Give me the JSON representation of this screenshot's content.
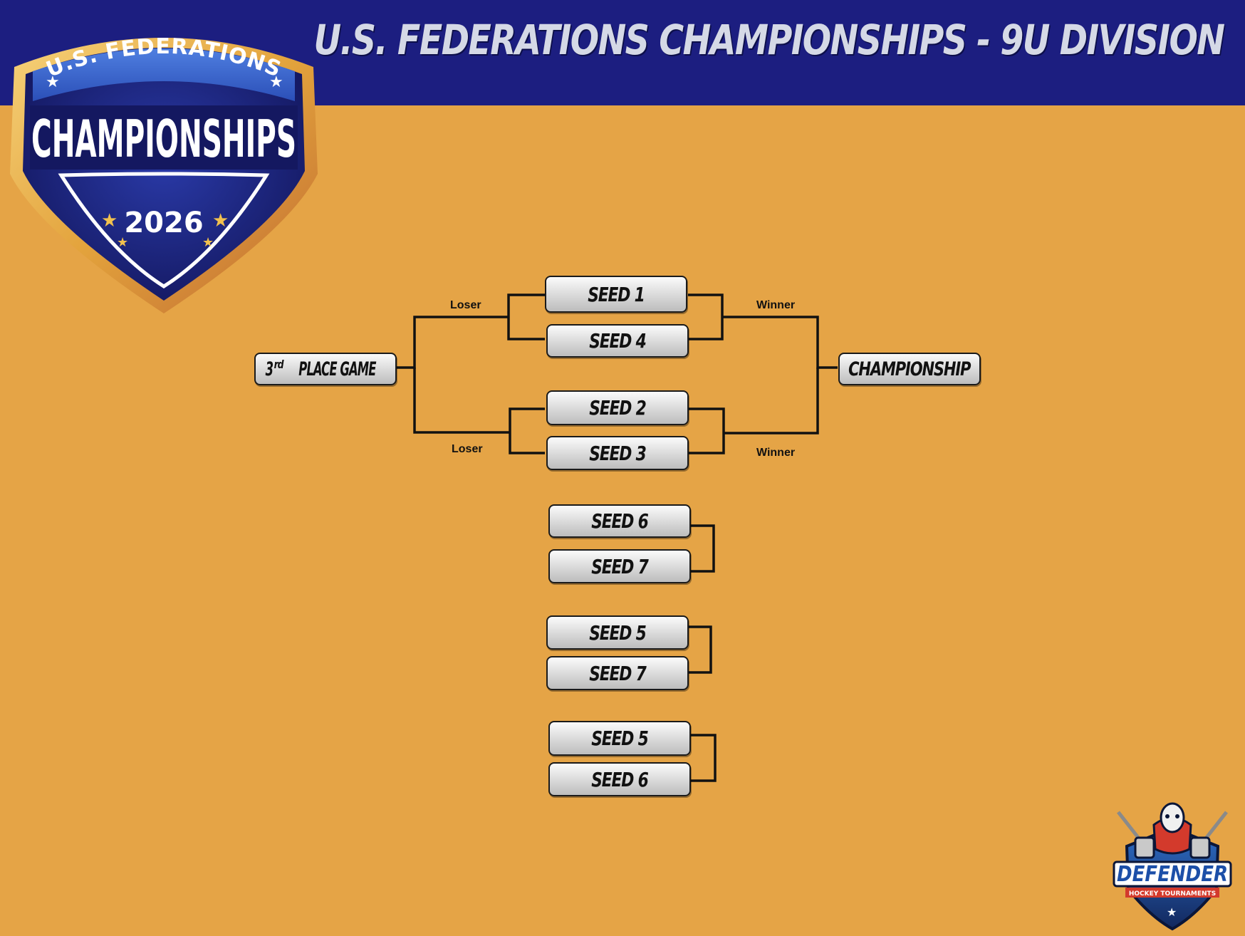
{
  "header": {
    "title": "U.S. FEDERATIONS CHAMPIONSHIPS  - 9U DIVISION"
  },
  "logo": {
    "top_text": "U.S. FEDERATIONS",
    "main_text": "CHAMPIONSHIPS",
    "year": "2026"
  },
  "sponsor_logo": {
    "name": "DEFENDER",
    "tagline": "HOCKEY TOURNAMENTS"
  },
  "bracket": {
    "third_place": {
      "number": "3",
      "suffix": "rd",
      "label": "PLACE GAME"
    },
    "championship": "CHAMPIONSHIP",
    "semi_top": [
      "SEED 1",
      "SEED 4"
    ],
    "semi_bottom": [
      "SEED 2",
      "SEED 3"
    ],
    "consolation_1": [
      "SEED 6",
      "SEED 7"
    ],
    "consolation_2": [
      "SEED 5",
      "SEED 7"
    ],
    "consolation_3": [
      "SEED 5",
      "SEED 6"
    ],
    "labels": {
      "loser_top": "Loser",
      "loser_bottom": "Loser",
      "winner_top": "Winner",
      "winner_bottom": "Winner"
    }
  },
  "colors": {
    "background": "#e5a446",
    "header": "#1c1e80",
    "slot": "#d8d8d8",
    "line": "#111111"
  }
}
